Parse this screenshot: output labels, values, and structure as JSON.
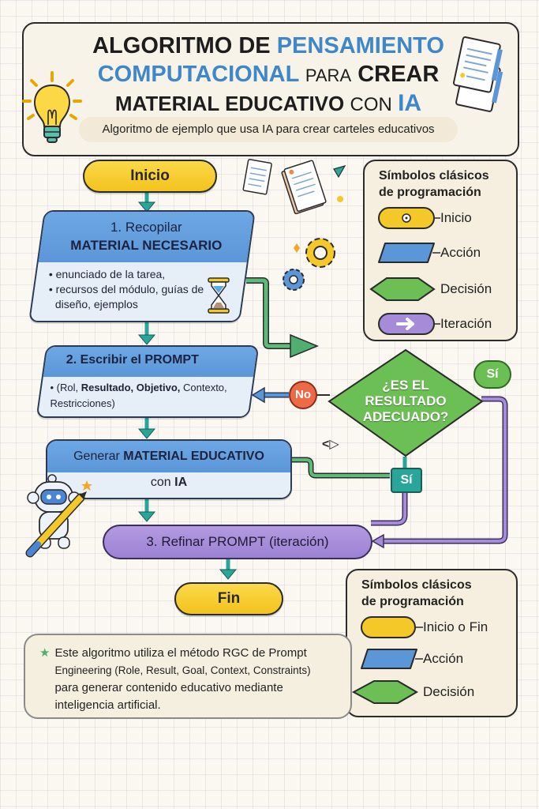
{
  "title": {
    "line1_dark": "ALGORITMO DE",
    "line1_blue": "PENSAMIENTO",
    "line2_blue": "COMPUTACIONAL",
    "line2_small": "PARA",
    "line2_dark": "CREAR",
    "line3_dark": "MATERIAL EDUCATIVO",
    "line3_small": "CON",
    "line3_blue": "IA",
    "subtitle": "Algoritmo de ejemplo que usa IA para crear carteles educativos"
  },
  "flow": {
    "start": "Inicio",
    "step1": {
      "title_line1": "1. Recopilar",
      "title_line2": "MATERIAL NECESARIO",
      "bullets": [
        "enunciado de la tarea,",
        "recursos del módulo, guías de diseño, ejemplos"
      ]
    },
    "step2": {
      "title": "2. Escribir el PROMPT",
      "body_prefix": "(Rol, ",
      "body_bold1": "Resultado, Objetivo,",
      "body_mid": " Contexto, ",
      "body_end": "Restricciones)"
    },
    "generate": {
      "line1_plain": "Generar ",
      "line1_bold": "MATERIAL EDUCATIVO",
      "line2_plain": "con ",
      "line2_bold": "IA"
    },
    "decision": {
      "line1": "¿ES EL",
      "line2": "RESULTADO",
      "line3": "ADECUADO?"
    },
    "no_label": "No",
    "yes_label": "Sí",
    "yes_bubble": "Sí",
    "step3": "3. Refinar PROMPT (iteración)",
    "end": "Fin"
  },
  "legend_top": {
    "title_line1": "Símbolos clásicos",
    "title_line2": "de programación",
    "items": [
      {
        "shape": "terminal",
        "label": "Inicio"
      },
      {
        "shape": "action",
        "label": "Acción"
      },
      {
        "shape": "decision",
        "label": "Decisión"
      },
      {
        "shape": "iteration",
        "label": "Iteración"
      }
    ]
  },
  "legend_bottom": {
    "title_line1": "Símbolos clásicos",
    "title_line2": "de programación",
    "items": [
      {
        "shape": "terminal",
        "label": "Inicio o Fin"
      },
      {
        "shape": "action",
        "label": "Acción"
      },
      {
        "shape": "decision",
        "label": "Decisión"
      }
    ]
  },
  "note": {
    "icon": "star-icon",
    "line1": "Este algoritmo utiliza el método RGC de Prompt",
    "line2": "Engineering (Role, Result, Goal, Context, Constraints)",
    "line3": "para generar contenido educativo mediante",
    "line4": "inteligencia artificial."
  },
  "colors": {
    "terminal": "#f5c82a",
    "action": "#5b96d8",
    "decision": "#6cbf55",
    "iteration": "#a58bd8",
    "arrow": "#2aa59a",
    "no": "#ec6a46",
    "title_blue": "#3f87c9"
  }
}
